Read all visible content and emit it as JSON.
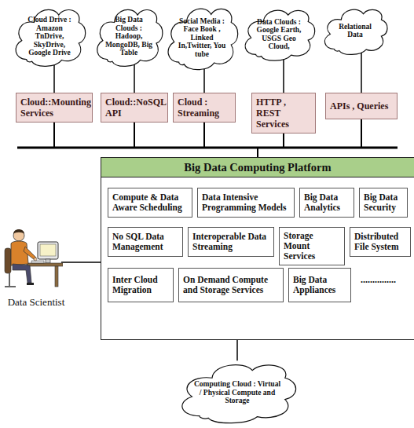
{
  "diagram": {
    "nodes": [
      {
        "text": [
          "Cloud Drive : Amazon TnDrive, SkyDrive, Google Drive"
        ]
      },
      {
        "text": [
          "Big Data Clouds : Hadoop, MongoDB, Big Table"
        ]
      },
      {
        "text": [
          "Social Media : Face Book , Linked In,Twitter, You tube"
        ]
      },
      {
        "text": [
          "Data Clouds : Google Earth, USGS Geo Cloud,"
        ]
      },
      {
        "text": [
          "Relational Data"
        ]
      },
      {
        "text": [
          "Cloud::Mounting Services"
        ]
      },
      {
        "text": [
          "Cloud::NoSQL API"
        ]
      },
      {
        "text": [
          "Cloud : Streaming"
        ]
      },
      {
        "text": [
          "HTTP , REST Services"
        ]
      },
      {
        "text": [
          "APIs , Queries"
        ]
      },
      {
        "text": [
          "Big Data Computing Platform"
        ]
      },
      {
        "text": [
          "Compute & Data Aware Scheduling"
        ],
        "in": 10
      },
      {
        "text": [
          "Data Intensive Programming Models"
        ],
        "in": 10
      },
      {
        "text": [
          "Big Data Analytics"
        ],
        "in": 10
      },
      {
        "text": [
          "Big Data Security"
        ],
        "in": 10
      },
      {
        "text": [
          "No SQL Data Management"
        ],
        "in": 10
      },
      {
        "text": [
          "Interoperable Data Streaming"
        ],
        "in": 10
      },
      {
        "text": [
          "Storage Mount Services"
        ],
        "in": 10
      },
      {
        "text": [
          "Distributed File System"
        ],
        "in": 10
      },
      {
        "text": [
          "Inter Cloud Migration"
        ],
        "in": 10
      },
      {
        "text": [
          "On Demand Compute and Storage Services"
        ],
        "in": 10
      },
      {
        "text": [
          "Big Data Appliances"
        ],
        "in": 10
      },
      {
        "text": [
          "Data Scientist"
        ]
      },
      {
        "text": [
          "Computing Cloud : Virtual / Physical Compute and Storage"
        ]
      }
    ],
    "edges": [
      {
        "from": 0,
        "to": 5,
        "arrow": "none"
      },
      {
        "from": 1,
        "to": 6,
        "arrow": "none"
      },
      {
        "from": 2,
        "to": 7,
        "arrow": "none"
      },
      {
        "from": 3,
        "to": 8,
        "arrow": "none"
      },
      {
        "from": 4,
        "to": 9,
        "arrow": "none"
      },
      {
        "from": 5,
        "to": 10,
        "arrow": "none"
      },
      {
        "from": 6,
        "to": 10,
        "arrow": "none"
      },
      {
        "from": 7,
        "to": 10,
        "arrow": "none"
      },
      {
        "from": 8,
        "to": 10,
        "arrow": "none"
      },
      {
        "from": 9,
        "to": 10,
        "arrow": "none"
      },
      {
        "from": 22,
        "to": 10,
        "arrow": "none"
      },
      {
        "from": 10,
        "to": 23,
        "arrow": "none"
      }
    ],
    "labels": [
      "..............."
    ]
  }
}
